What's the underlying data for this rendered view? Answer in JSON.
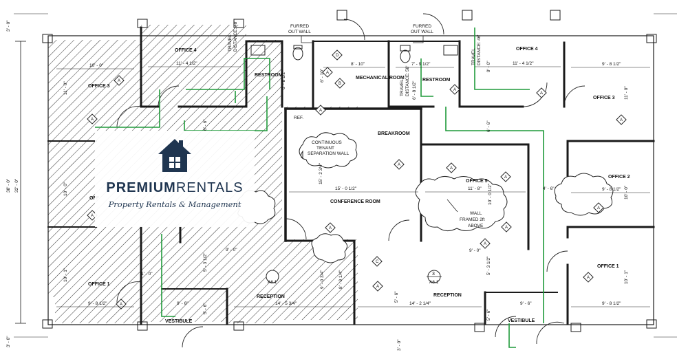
{
  "brand": {
    "name_part1": "PREMIUM",
    "name_part2": "RENTALS",
    "tagline": "Property Rentals & Management",
    "color": "#1f3550"
  },
  "plan": {
    "colors": {
      "wall": "#1a1a1a",
      "line": "#222222",
      "egress": "#1f9a3a",
      "hatch": "#333333"
    },
    "rooms": {
      "office4_left": "OFFICE 4",
      "office3_left": "OFFICE 3",
      "office2_left": "OFF",
      "office1_left": "OFFICE 1",
      "restroom_left": "RESTROOM",
      "vestibule_left": "VESTIBULE",
      "reception_left": "RECEPTION",
      "mechanical": "MECHANICAL ROOM",
      "restroom_right": "RESTROOM",
      "office4_right": "OFFICE 4",
      "office3_right": "OFFICE 3",
      "office2_right": "OFFICE 2",
      "office1_right": "OFFICE 1",
      "office5": "OFFICE 5",
      "breakroom": "BREAKROOM",
      "conference": "CONFERENCE ROOM",
      "reception_right": "RECEPTION",
      "vestibule_right": "VESTIBULE"
    },
    "notes": {
      "furred1_a": "FURRED",
      "furred1_b": "OUT WALL",
      "furred2_a": "FURRED",
      "furred2_b": "OUT WALL",
      "separation_a": "CONTINUOUS",
      "separation_b": "TENANT",
      "separation_c": "SEPARATION WALL",
      "wall_a": "WALL",
      "wall_b": "FRAMED 2ft",
      "wall_c": "ABOVE",
      "travel_left_a": "TRAVEL",
      "travel_left_b": "DISTANCE: 48'",
      "travel_mid_a": "TRAVEL",
      "travel_mid_b": "DISTANCE: 58'",
      "travel_right_a": "TRAVEL",
      "travel_right_b": "DISTANCE: 46'",
      "ref": "REF.",
      "detail_ref": "A6.1",
      "detail_num": "3"
    },
    "dims": {
      "d_10_0": "10' - 0\"",
      "d_11_4_left": "11' - 4 1/2\"",
      "d_11_0_left": "11' - 0\"",
      "d_10_0_left2": "10' - 0\"",
      "d_10_1_left": "10' - 1\"",
      "d_9_8_left": "9' - 8 1/2\"",
      "d_1_0": "1' - 0\"",
      "d_9_6_left": "9' - 6\"",
      "d_5_6_left": "5' - 6\"",
      "d_9_0_left": "9' - 0\"",
      "d_14_5": "14' - 5 3/4\"",
      "d_9_0_q": "9' - 0 3/4\"",
      "d_8_9": "8' - 9 1/4\"",
      "d_5_3_left": "5' - 3 1/2\"",
      "d_6_6_left": "6' - 6\"",
      "d_6_8_left": "6' - 8 1/2\"",
      "d_8_10": "8' - 10\"",
      "d_6_10": "6' - 10\"",
      "d_7_9": "7' - 9 1/2\"",
      "d_6_8_right": "6' - 8 1/2\"",
      "d_11_4_right": "11' - 4 1/2\"",
      "d_9_0_right": "9' - 0\"",
      "d_9_8_right_top": "9' - 8 1/2\"",
      "d_11_0_right": "11' - 0\"",
      "d_6_6_right": "6' - 6\"",
      "d_15_2": "15' - 2 3/4\"",
      "d_15_0": "15' - 0 1/2\"",
      "d_11_8": "11' - 8\"",
      "d_10_0_half": "10' - 0 1/2\"",
      "d_9_8_right_mid": "9' - 8 1/2\"",
      "d_10_0_right": "10' - 0\"",
      "d_4_6": "4' - 6\"",
      "d_9_0_mid": "9' - 0\"",
      "d_5_3_right": "5' - 3 1/2\"",
      "d_10_1_right": "10' - 1\"",
      "d_9_8_right_bot": "9' - 8 1/2\"",
      "d_5_6_right": "5' - 6\"",
      "d_14_2": "14' - 2 1/4\"",
      "d_9_6_right": "9' - 6\"",
      "d_5_6_right2": "5' - 6\"",
      "d_3_0_top": "3' - 0\"",
      "d_38_0": "38' - 0\"",
      "d_32_0": "32' - 0\"",
      "d_3_0_bot": "3' - 0\"",
      "d_3_0_bot2": "3' - 0\""
    },
    "tags": {
      "A": "A",
      "B": "B",
      "C": "C",
      "D": "D"
    }
  }
}
